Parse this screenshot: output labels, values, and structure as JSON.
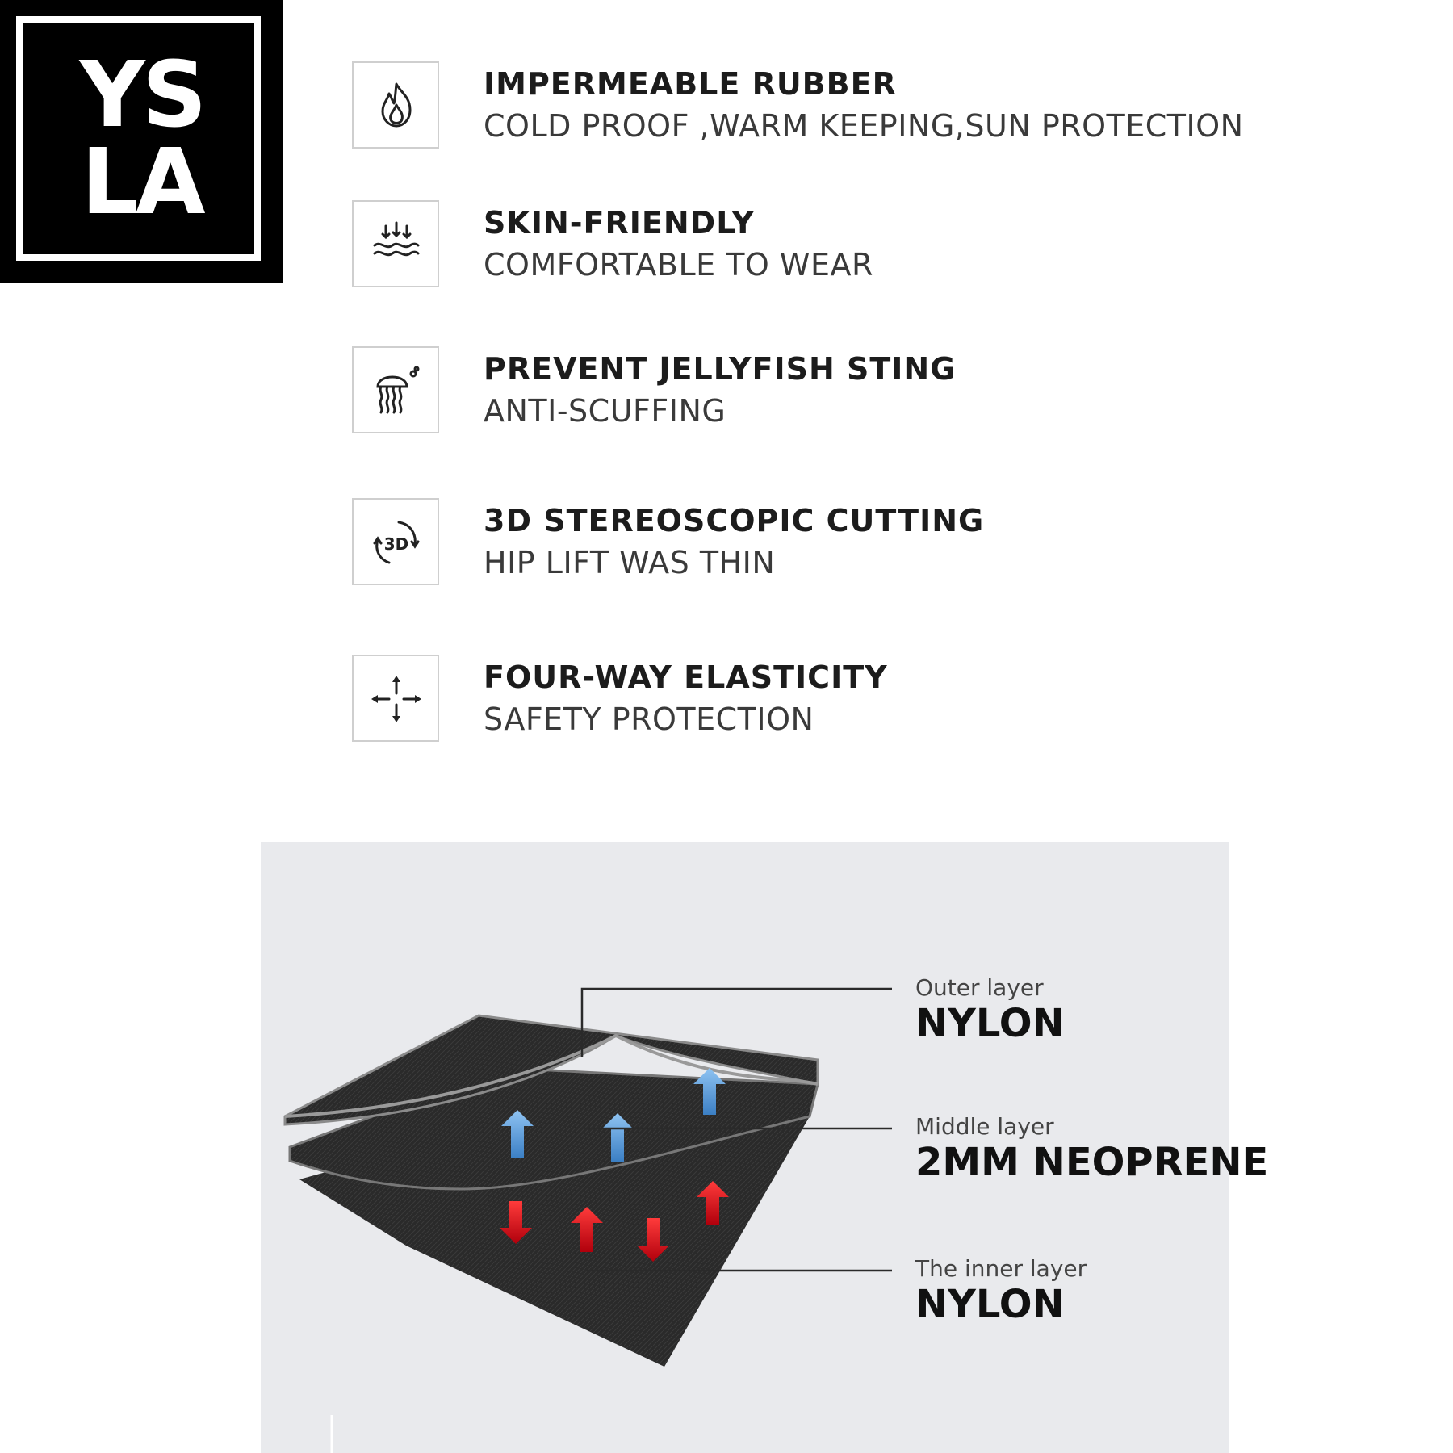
{
  "logo": {
    "line1": "YS",
    "line2": "LA"
  },
  "features": [
    {
      "icon": "flame-icon",
      "title": "IMPERMEABLE RUBBER",
      "subtitle": "COLD PROOF ,WARM KEEPING,SUN PROTECTION"
    },
    {
      "icon": "waves-icon",
      "title": "SKIN-FRIENDLY",
      "subtitle": "COMFORTABLE TO WEAR"
    },
    {
      "icon": "jellyfish-icon",
      "title": "PREVENT JELLYFISH STING",
      "subtitle": "ANTI-SCUFFING"
    },
    {
      "icon": "3d-rotate-icon",
      "icon_text": "3D",
      "title": "3D STEREOSCOPIC CUTTING",
      "subtitle": "HIP LIFT WAS THIN"
    },
    {
      "icon": "four-way-arrows-icon",
      "title": "FOUR-WAY ELASTICITY",
      "subtitle": "SAFETY PROTECTION"
    }
  ],
  "layers": [
    {
      "label": "Outer layer",
      "material": "NYLON"
    },
    {
      "label": "Middle layer",
      "material": "2MM NEOPRENE"
    },
    {
      "label": "The inner layer",
      "material": "NYLON"
    }
  ],
  "colors": {
    "up_arrow": "#4a90d9",
    "red_arrow": "#d9121e",
    "fabric": "#2b2b2b"
  }
}
